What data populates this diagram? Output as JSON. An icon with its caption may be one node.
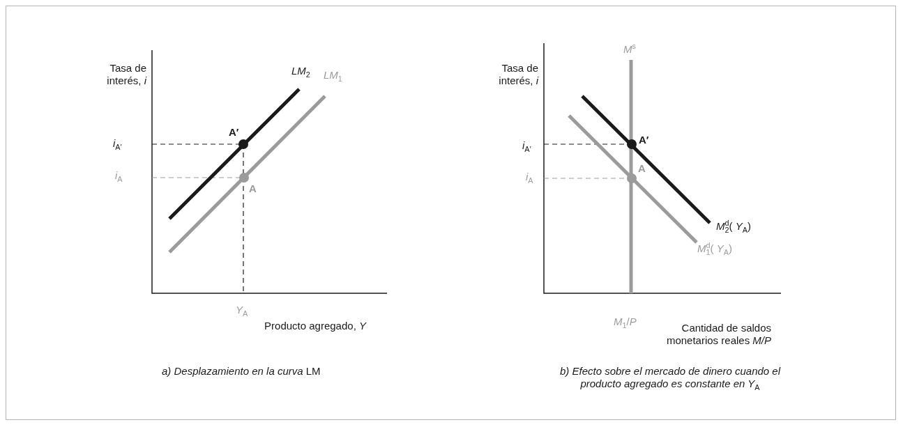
{
  "diagram": {
    "labels": [
      "Tasa de interés, *i*",
      "*LM*$_{2}$",
      "*LM*$_{1}$",
      "A′",
      "*i*$_{A′}$",
      "*i*$_{A}$",
      "A",
      "*Y*$_{A}$",
      "Producto agregado, *Y*",
      "Tasa de interés, *i*",
      "*M*$^{s}$",
      "*i*$_{A′}$",
      "A′",
      "A",
      "*i*$_{A}$",
      "*M*$^{d}$$_{2}$( *Y*$_{A}$)",
      "*M*$^{d}$$_{1}$( *Y*$_{A}$)",
      "*M*$_{1}$/*P*",
      "Cantidad de saldos monetarios reales *M/P*",
      "*a) Desplazamiento en la curva* LM",
      "*b) Efecto sobre el mercado de dinero cuando el producto agregado es constante en Y*$_{A}$"
    ]
  }
}
